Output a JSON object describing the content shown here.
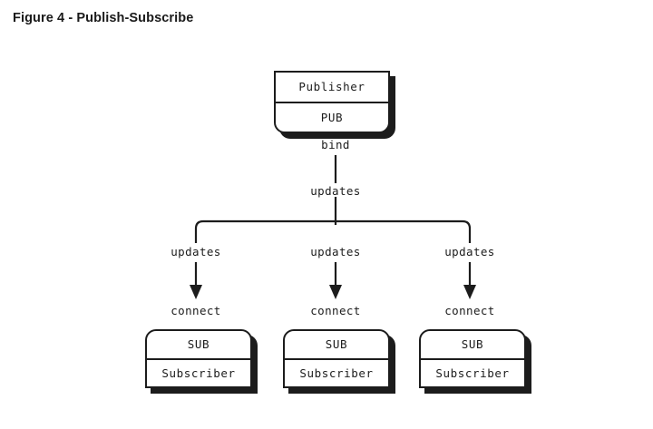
{
  "figure": {
    "title": "Figure 4 - Publish-Subscribe",
    "background_color": "#ffffff",
    "ink_color": "#1c1c1c"
  },
  "publisher": {
    "role_label": "Publisher",
    "socket_label": "PUB",
    "bind_label": "bind",
    "fanout_label": "updates"
  },
  "branches": [
    {
      "edge_label": "updates",
      "connect_label": "connect",
      "socket_label": "SUB",
      "role_label": "Subscriber"
    },
    {
      "edge_label": "updates",
      "connect_label": "connect",
      "socket_label": "SUB",
      "role_label": "Subscriber"
    },
    {
      "edge_label": "updates",
      "connect_label": "connect",
      "socket_label": "SUB",
      "role_label": "Subscriber"
    }
  ]
}
